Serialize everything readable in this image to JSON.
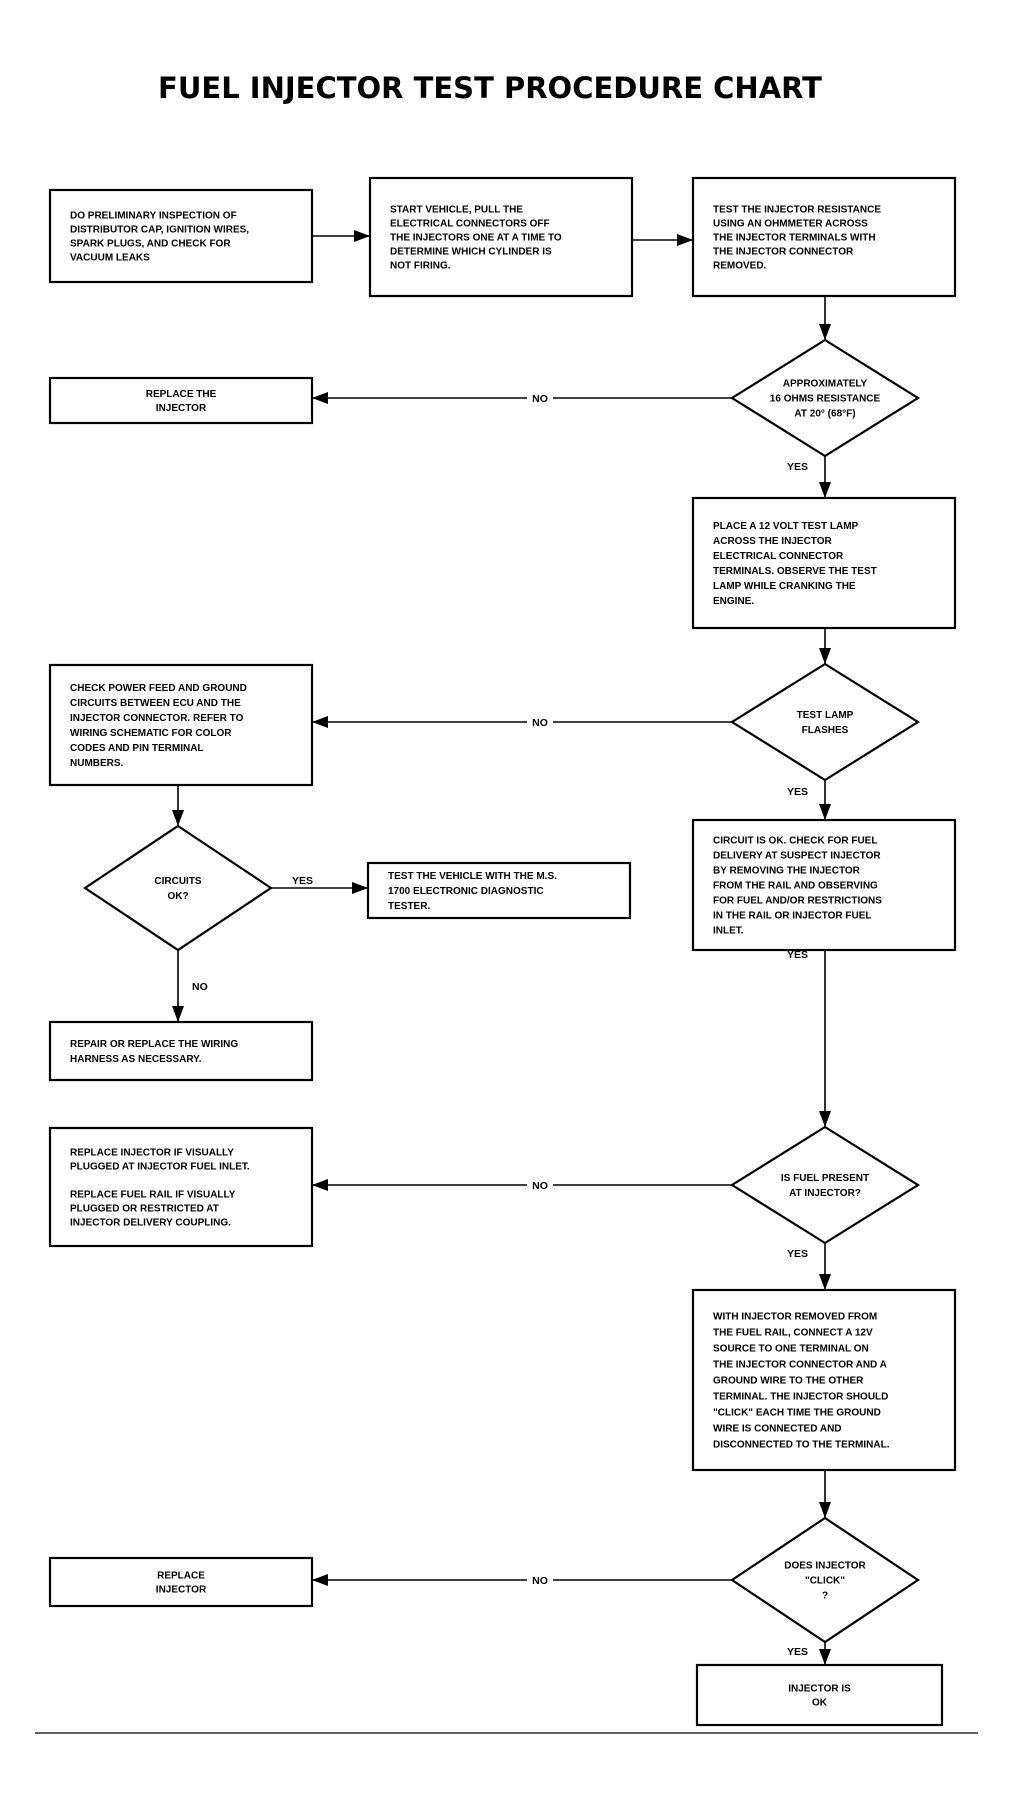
{
  "title": "FUEL INJECTOR TEST PROCEDURE CHART",
  "nodes": [
    {
      "id": "preliminary",
      "shape": "box",
      "lines": [
        "DO PRELIMINARY INSPECTION OF",
        "DISTRIBUTOR CAP, IGNITION WIRES,",
        "SPARK PLUGS, AND CHECK FOR",
        "VACUUM LEAKS"
      ]
    },
    {
      "id": "start_vehicle",
      "shape": "box",
      "lines": [
        "START VEHICLE, PULL THE",
        "ELECTRICAL CONNECTORS OFF",
        "THE INJECTORS ONE AT A TIME TO",
        "DETERMINE WHICH CYLINDER IS",
        "NOT FIRING."
      ]
    },
    {
      "id": "test_resistance",
      "shape": "box",
      "lines": [
        "TEST THE INJECTOR RESISTANCE",
        "USING AN OHMMETER ACROSS",
        "THE INJECTOR TERMINALS WITH",
        "THE INJECTOR CONNECTOR",
        "REMOVED."
      ]
    },
    {
      "id": "approx_ohms",
      "shape": "diamond",
      "lines": [
        "APPROXIMATELY",
        "16 OHMS RESISTANCE",
        "AT 20° (68°F)"
      ]
    },
    {
      "id": "replace_injector_1",
      "shape": "box",
      "lines": [
        "REPLACE THE",
        "INJECTOR"
      ]
    },
    {
      "id": "test_lamp",
      "shape": "box",
      "lines": [
        "PLACE A 12 VOLT TEST LAMP",
        "ACROSS THE INJECTOR",
        "ELECTRICAL CONNECTOR",
        "TERMINALS. OBSERVE THE TEST",
        "LAMP WHILE CRANKING THE",
        "ENGINE."
      ]
    },
    {
      "id": "lamp_flashes",
      "shape": "diamond",
      "lines": [
        "TEST LAMP",
        "FLASHES"
      ]
    },
    {
      "id": "check_power",
      "shape": "box",
      "lines": [
        "CHECK POWER FEED AND GROUND",
        "CIRCUITS BETWEEN ECU AND THE",
        "INJECTOR CONNECTOR. REFER TO",
        "WIRING SCHEMATIC FOR COLOR",
        "CODES AND PIN TERMINAL",
        "NUMBERS."
      ]
    },
    {
      "id": "circuits_ok",
      "shape": "diamond",
      "lines": [
        "CIRCUITS",
        "OK?"
      ]
    },
    {
      "id": "test_ms1700",
      "shape": "box",
      "lines": [
        "TEST THE VEHICLE WITH THE M.S.",
        "1700  ELECTRONIC  DIAGNOSTIC",
        "TESTER."
      ]
    },
    {
      "id": "repair_wiring",
      "shape": "box",
      "lines": [
        "REPAIR OR REPLACE THE WIRING",
        "HARNESS AS NECESSARY."
      ]
    },
    {
      "id": "circuit_ok_check_fuel",
      "shape": "box",
      "lines": [
        "CIRCUIT IS OK. CHECK FOR FUEL",
        "DELIVERY AT SUSPECT INJECTOR",
        "BY REMOVING THE INJECTOR",
        "FROM THE RAIL AND OBSERVING",
        "FOR FUEL AND/OR RESTRICTIONS",
        "IN THE RAIL OR INJECTOR FUEL",
        "INLET."
      ]
    },
    {
      "id": "fuel_present",
      "shape": "diamond",
      "lines": [
        "IS FUEL PRESENT",
        "AT INJECTOR?"
      ]
    },
    {
      "id": "replace_plugged",
      "shape": "box",
      "lines": [
        "REPLACE INJECTOR IF VISUALLY",
        "PLUGGED AT INJECTOR FUEL INLET.",
        "",
        "REPLACE FUEL RAIL IF VISUALLY",
        "PLUGGED OR RESTRICTED AT",
        "INJECTOR DELIVERY COUPLING."
      ]
    },
    {
      "id": "connect_12v",
      "shape": "box",
      "lines": [
        "WITH INJECTOR REMOVED FROM",
        "THE FUEL RAIL, CONNECT A 12V",
        "SOURCE TO ONE TERMINAL ON",
        "THE INJECTOR CONNECTOR AND A",
        "GROUND WIRE TO THE OTHER",
        "TERMINAL. THE INJECTOR SHOULD",
        "\"CLICK\" EACH TIME THE GROUND",
        "WIRE IS CONNECTED AND",
        "DISCONNECTED TO THE TERMINAL."
      ]
    },
    {
      "id": "does_click",
      "shape": "diamond",
      "lines": [
        "DOES INJECTOR",
        "\"CLICK\"",
        "?"
      ]
    },
    {
      "id": "replace_injector_2",
      "shape": "box",
      "lines": [
        "REPLACE",
        "INJECTOR"
      ]
    },
    {
      "id": "injector_ok",
      "shape": "box",
      "lines": [
        "INJECTOR IS",
        "OK"
      ]
    }
  ],
  "edges": [
    {
      "from": "preliminary",
      "to": "start_vehicle",
      "label": ""
    },
    {
      "from": "start_vehicle",
      "to": "test_resistance",
      "label": ""
    },
    {
      "from": "test_resistance",
      "to": "approx_ohms",
      "label": ""
    },
    {
      "from": "approx_ohms",
      "to": "replace_injector_1",
      "label": "NO"
    },
    {
      "from": "approx_ohms",
      "to": "test_lamp",
      "label": "YES"
    },
    {
      "from": "test_lamp",
      "to": "lamp_flashes",
      "label": ""
    },
    {
      "from": "lamp_flashes",
      "to": "check_power",
      "label": "NO"
    },
    {
      "from": "lamp_flashes",
      "to": "circuit_ok_check_fuel",
      "label": "YES"
    },
    {
      "from": "check_power",
      "to": "circuits_ok",
      "label": ""
    },
    {
      "from": "circuits_ok",
      "to": "test_ms1700",
      "label": "YES"
    },
    {
      "from": "circuits_ok",
      "to": "repair_wiring",
      "label": "NO"
    },
    {
      "from": "circuit_ok_check_fuel",
      "to": "fuel_present",
      "label": "YES"
    },
    {
      "from": "fuel_present",
      "to": "replace_plugged",
      "label": "NO"
    },
    {
      "from": "fuel_present",
      "to": "connect_12v",
      "label": "YES"
    },
    {
      "from": "connect_12v",
      "to": "does_click",
      "label": ""
    },
    {
      "from": "does_click",
      "to": "replace_injector_2",
      "label": "NO"
    },
    {
      "from": "does_click",
      "to": "injector_ok",
      "label": "YES"
    }
  ],
  "colors": {
    "ink": "#000000",
    "paper": "#ffffff"
  }
}
